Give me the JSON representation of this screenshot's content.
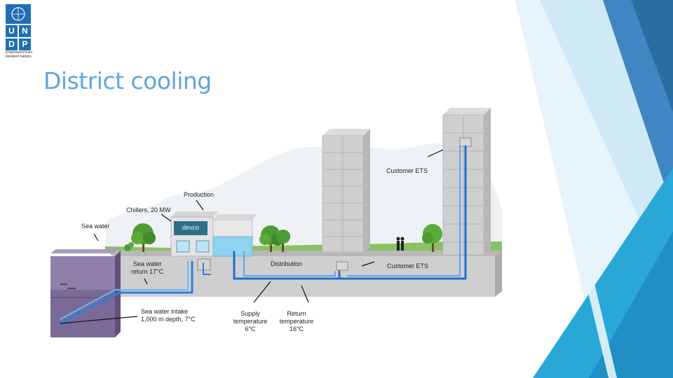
{
  "slide": {
    "title": "District cooling"
  },
  "branding": {
    "logo_letters": [
      "U",
      "N",
      "D",
      "P"
    ],
    "emblem": "un-emblem-icon",
    "tagline": "Empowered lives. Resilient nations.",
    "company_logo": "devco",
    "primary_color": "#1f6fb5",
    "accent_color": "#5ea6d9"
  },
  "diagram": {
    "labels": {
      "customer_ets_top": "Customer ETS",
      "production": "Production",
      "chillers": "Chillers, 20 MW",
      "sea_water": "Sea water",
      "sea_water_return_line1": "Sea water",
      "sea_water_return_line2": "return 17°C",
      "distribution": "Distribution",
      "customer_ets_bottom": "Customer ETS",
      "sea_water_intake_line1": "Sea water intake",
      "sea_water_intake_line2": "1,000 m depth, 7°C",
      "supply_line1": "Supply",
      "supply_line2": "temperature",
      "supply_line3": "6°C",
      "return_line1": "Return",
      "return_line2": "temperature",
      "return_line3": "16°C"
    },
    "colors": {
      "pipe_supply": "#1d6fd1",
      "pipe_return": "#5aa6f0",
      "ground": "#cfcfcf",
      "sea": "#6f5f8a",
      "grass": "#7fb35a",
      "building": "#c8c8c8"
    }
  }
}
